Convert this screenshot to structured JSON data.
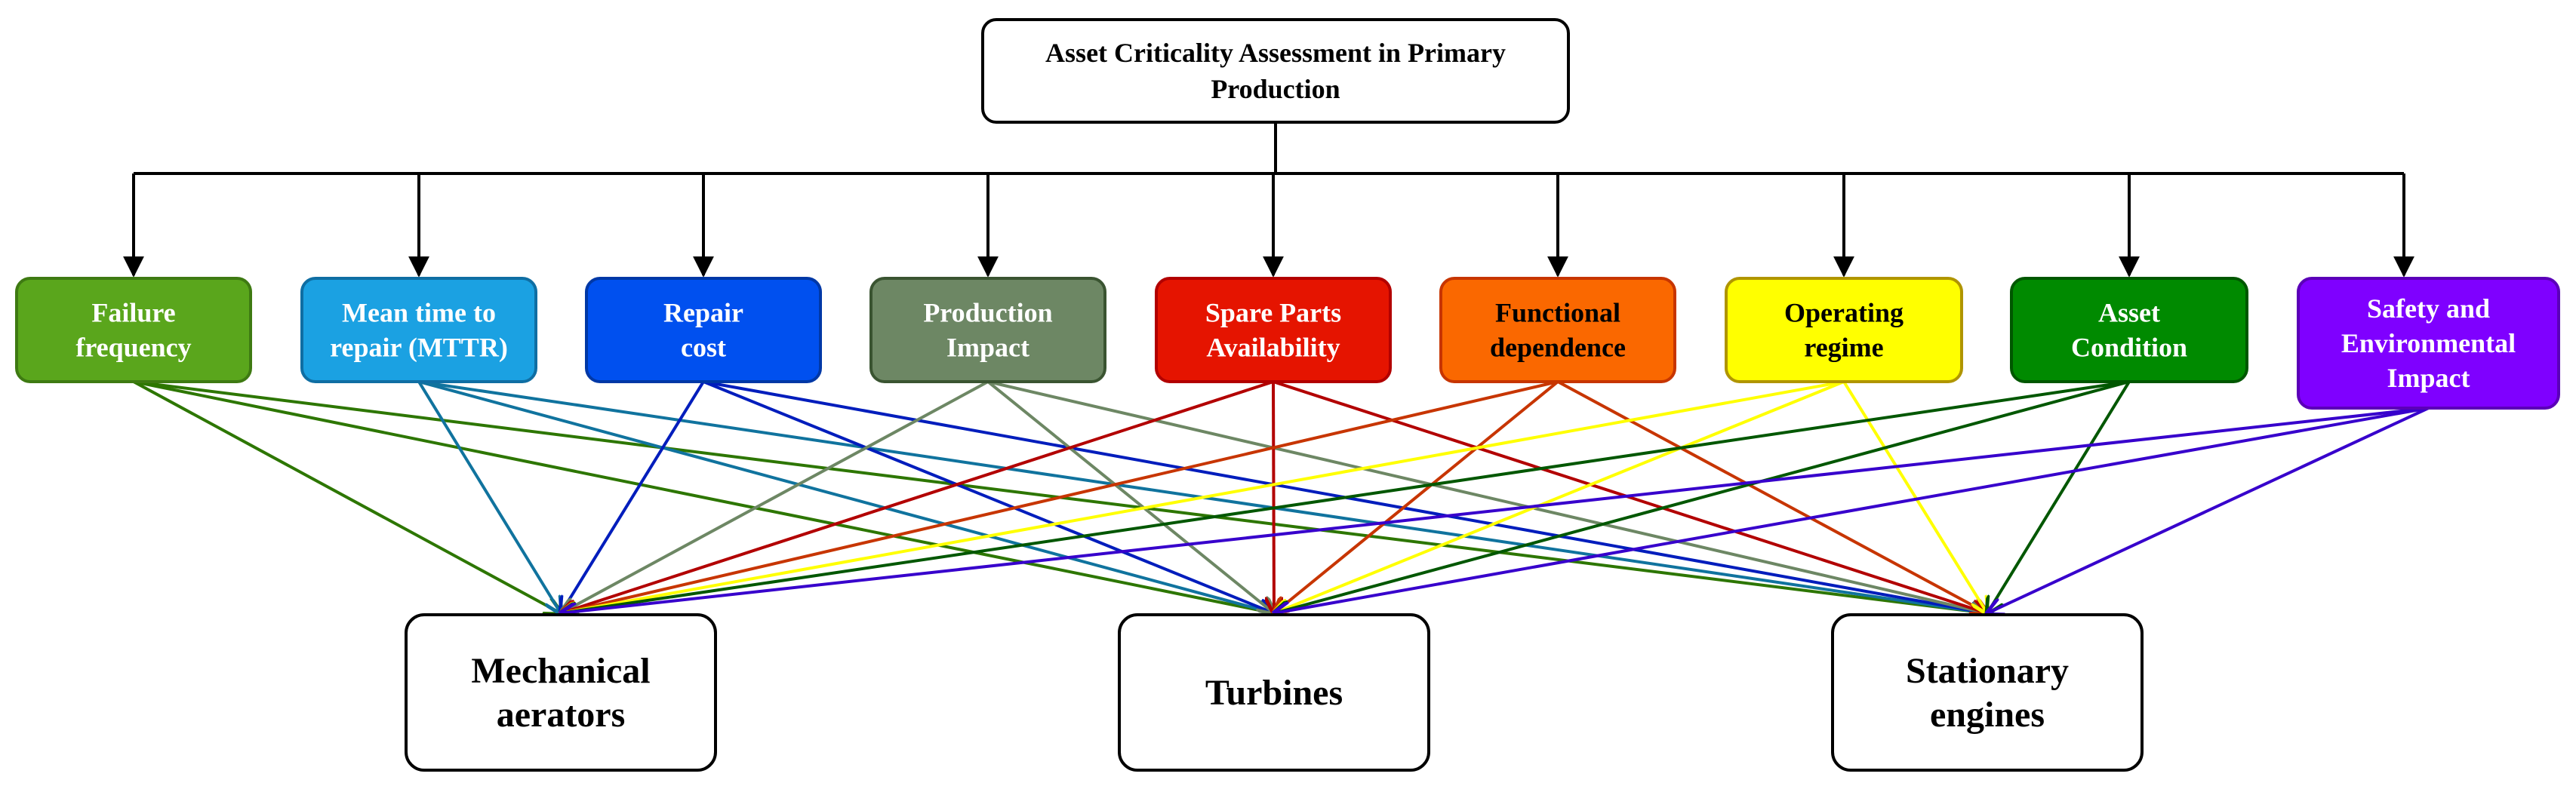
{
  "title": {
    "lines": [
      "Asset Criticality Assessment in Primary",
      "Production"
    ]
  },
  "criteria": [
    {
      "id": "failure-frequency",
      "lines": [
        "Failure",
        "frequency"
      ],
      "fill": "#5aa61c",
      "stroke": "#3e7a12",
      "text_color": "#ffffff"
    },
    {
      "id": "mttr",
      "lines": [
        "Mean time to",
        "repair (MTTR)"
      ],
      "fill": "#1ba1e2",
      "stroke": "#0f6ea3",
      "text_color": "#ffffff"
    },
    {
      "id": "repair-cost",
      "lines": [
        "Repair",
        "cost"
      ],
      "fill": "#0050ef",
      "stroke": "#0038a6",
      "text_color": "#ffffff"
    },
    {
      "id": "production-impact",
      "lines": [
        "Production",
        "Impact"
      ],
      "fill": "#6d8764",
      "stroke": "#3a5431",
      "text_color": "#ffffff"
    },
    {
      "id": "spare-parts",
      "lines": [
        "Spare Parts",
        "Availability"
      ],
      "fill": "#e51400",
      "stroke": "#b20000",
      "text_color": "#ffffff"
    },
    {
      "id": "functional-dependence",
      "lines": [
        "Functional",
        "dependence"
      ],
      "fill": "#fa6800",
      "stroke": "#c73500",
      "text_color": "#000000"
    },
    {
      "id": "operating-regime",
      "lines": [
        "Operating",
        "regime"
      ],
      "fill": "#ffff00",
      "stroke": "#b09500",
      "text_color": "#000000"
    },
    {
      "id": "asset-condition",
      "lines": [
        "Asset",
        "Condition"
      ],
      "fill": "#008a00",
      "stroke": "#005700",
      "text_color": "#ffffff"
    },
    {
      "id": "safety-environmental",
      "lines": [
        "Safety and",
        "Environmental",
        "Impact"
      ],
      "fill": "#7f00ff",
      "stroke": "#5b00b8",
      "text_color": "#ffffff"
    }
  ],
  "alternatives": [
    {
      "id": "mechanical-aerators",
      "lines": [
        "Mechanical",
        "aerators"
      ]
    },
    {
      "id": "turbines",
      "lines": [
        "Turbines"
      ]
    },
    {
      "id": "stationary-engines",
      "lines": [
        "Stationary",
        "engines"
      ]
    }
  ],
  "arrow_colors": [
    "#2d7600",
    "#10739e",
    "#001dbc",
    "#6d8764",
    "#b20000",
    "#c73500",
    "#ffff00",
    "#005700",
    "#3700cc"
  ]
}
